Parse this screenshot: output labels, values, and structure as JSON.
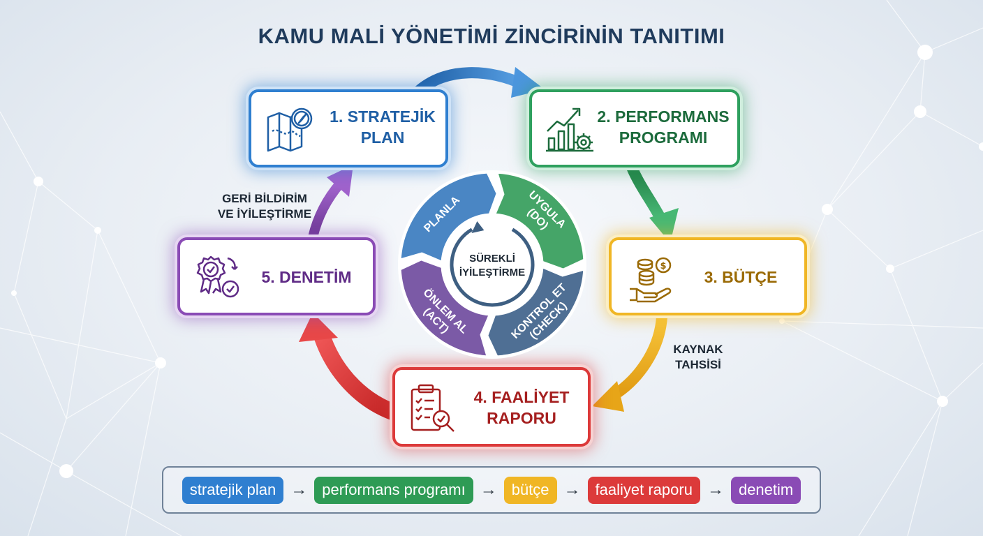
{
  "title": "KAMU MALİ YÖNETİMİ ZİNCİRİNİN TANITIMI",
  "steps": [
    {
      "line1": "1. STRATEJİK",
      "line2": "PLAN",
      "icon": "map-compass-icon",
      "color": "#2f7fd0"
    },
    {
      "line1": "2. PERFORMANS",
      "line2": "PROGRAMI",
      "icon": "growth-chart-gear-icon",
      "color": "#2ea05e"
    },
    {
      "line1": "3. BÜTÇE",
      "line2": "",
      "icon": "coins-hand-icon",
      "color": "#f0b625"
    },
    {
      "line1": "4. FAALİYET",
      "line2": "RAPORU",
      "icon": "clipboard-search-icon",
      "color": "#dc3a3a"
    },
    {
      "line1": "5. DENETİM",
      "line2": "",
      "icon": "award-check-icon",
      "color": "#8a4bb5"
    }
  ],
  "side_labels": {
    "feedback": {
      "line1": "GERİ BİLDİRİM",
      "line2": "VE İYİLEŞTİRME"
    },
    "allocation": {
      "line1": "KAYNAK",
      "line2": "TAHSİSİ"
    }
  },
  "cycle": {
    "center_line1": "SÜREKLİ",
    "center_line2": "İYİLEŞTİRME",
    "segments": [
      {
        "line1": "PLANLA",
        "line2": "",
        "color": "#4a86c4"
      },
      {
        "line1": "UYGULA",
        "line2": "(DO)",
        "color": "#45a568"
      },
      {
        "line1": "KONTROL ET",
        "line2": "(CHECK)",
        "color": "#4f6f94"
      },
      {
        "line1": "ÖNLEM AL",
        "line2": "(ACT)",
        "color": "#7b5aa6"
      }
    ]
  },
  "legend": [
    {
      "label": "stratejik plan",
      "color": "#2f7fd0"
    },
    {
      "label": "performans programı",
      "color": "#2e9b55"
    },
    {
      "label": "bütçe",
      "color": "#f0b625"
    },
    {
      "label": "faaliyet raporu",
      "color": "#dc3a3a"
    },
    {
      "label": "denetim",
      "color": "#8a4bb5"
    }
  ],
  "legend_separator": "→"
}
